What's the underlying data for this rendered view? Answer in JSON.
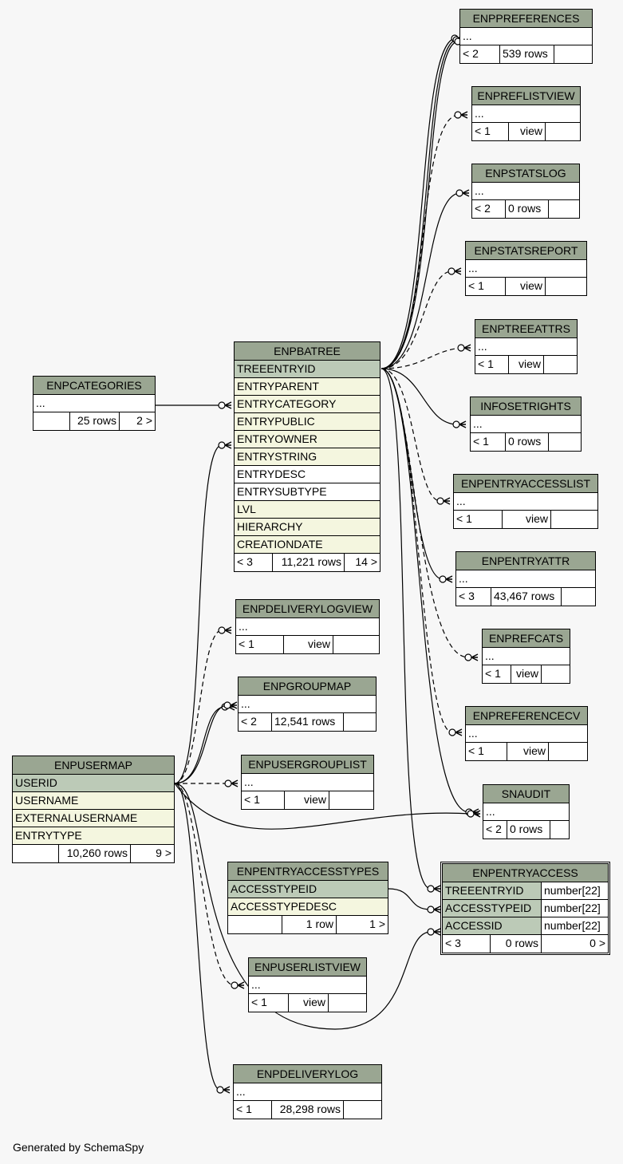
{
  "footer_note": "Generated by SchemaSpy",
  "tables": {
    "enppreferences": {
      "name": "ENPPREFERENCES",
      "ellipsis": "...",
      "parents": "< 2",
      "rows": "539 rows",
      "children": ""
    },
    "enpreflistview": {
      "name": "ENPREFLISTVIEW",
      "ellipsis": "...",
      "parents": "< 1",
      "rows": "view",
      "children": ""
    },
    "enpstatslog": {
      "name": "ENPSTATSLOG",
      "ellipsis": "...",
      "parents": "< 2",
      "rows": "0 rows",
      "children": ""
    },
    "enpstatsreport": {
      "name": "ENPSTATSREPORT",
      "ellipsis": "...",
      "parents": "< 1",
      "rows": "view",
      "children": ""
    },
    "enptreeattrs": {
      "name": "ENPTREEATTRS",
      "ellipsis": "...",
      "parents": "< 1",
      "rows": "view",
      "children": ""
    },
    "infosetrights": {
      "name": "INFOSETRIGHTS",
      "ellipsis": "...",
      "parents": "< 1",
      "rows": "0 rows",
      "children": ""
    },
    "enpentryaccesslist": {
      "name": "ENPENTRYACCESSLIST",
      "ellipsis": "...",
      "parents": "< 1",
      "rows": "view",
      "children": ""
    },
    "enpentryattr": {
      "name": "ENPENTRYATTR",
      "ellipsis": "...",
      "parents": "< 3",
      "rows": "43,467 rows",
      "children": ""
    },
    "enprefcats": {
      "name": "ENPREFCATS",
      "ellipsis": "...",
      "parents": "< 1",
      "rows": "view",
      "children": ""
    },
    "enpreferencecv": {
      "name": "ENPREFERENCECV",
      "ellipsis": "...",
      "parents": "< 1",
      "rows": "view",
      "children": ""
    },
    "snaudit": {
      "name": "SNAUDIT",
      "ellipsis": "...",
      "parents": "< 2",
      "rows": "0 rows",
      "children": ""
    },
    "enpcategories": {
      "name": "ENPCATEGORIES",
      "ellipsis": "...",
      "parents": "",
      "rows": "25 rows",
      "children": "2 >"
    },
    "enpbatree": {
      "name": "ENPBATREE",
      "columns": [
        "TREEENTRYID",
        "ENTRYPARENT",
        "ENTRYCATEGORY",
        "ENTRYPUBLIC",
        "ENTRYOWNER",
        "ENTRYSTRING",
        "ENTRYDESC",
        "ENTRYSUBTYPE",
        "LVL",
        "HIERARCHY",
        "CREATIONDATE"
      ],
      "parents": "< 3",
      "rows": "11,221 rows",
      "children": "14 >"
    },
    "enpdeliverylogview": {
      "name": "ENPDELIVERYLOGVIEW",
      "ellipsis": "...",
      "parents": "< 1",
      "rows": "view",
      "children": ""
    },
    "enpgroupmap": {
      "name": "ENPGROUPMAP",
      "ellipsis": "...",
      "parents": "< 2",
      "rows": "12,541 rows",
      "children": ""
    },
    "enpusergrouplist": {
      "name": "ENPUSERGROUPLIST",
      "ellipsis": "...",
      "parents": "< 1",
      "rows": "view",
      "children": ""
    },
    "enpusermap": {
      "name": "ENPUSERMAP",
      "columns": [
        "USERID",
        "USERNAME",
        "EXTERNALUSERNAME",
        "ENTRYTYPE"
      ],
      "parents": "",
      "rows": "10,260 rows",
      "children": "9 >"
    },
    "enpentryaccesstypes": {
      "name": "ENPENTRYACCESSTYPES",
      "columns": [
        "ACCESSTYPEID",
        "ACCESSTYPEDESC"
      ],
      "parents": "",
      "rows": "1 row",
      "children": "1 >"
    },
    "enpentryaccess": {
      "name": "ENPENTRYACCESS",
      "columns": [
        {
          "name": "TREEENTRYID",
          "type": "number[22]"
        },
        {
          "name": "ACCESSTYPEID",
          "type": "number[22]"
        },
        {
          "name": "ACCESSID",
          "type": "number[22]"
        }
      ],
      "parents": "< 3",
      "rows": "0 rows",
      "children": "0 >"
    },
    "enpuserlistview": {
      "name": "ENPUSERLISTVIEW",
      "ellipsis": "...",
      "parents": "< 1",
      "rows": "view",
      "children": ""
    },
    "enpdeliverylog": {
      "name": "ENPDELIVERYLOG",
      "ellipsis": "...",
      "parents": "< 1",
      "rows": "28,298 rows",
      "children": ""
    }
  }
}
